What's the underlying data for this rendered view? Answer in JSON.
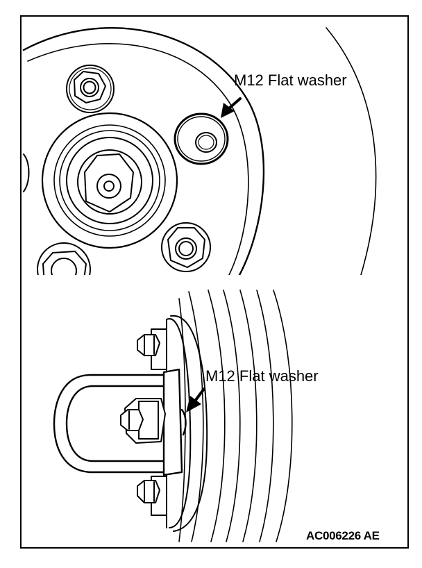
{
  "top_view": {
    "callout": "M12 Flat washer"
  },
  "bottom_view": {
    "callout": "M12 Flat washer"
  },
  "figure_code": "AC006226 AE"
}
